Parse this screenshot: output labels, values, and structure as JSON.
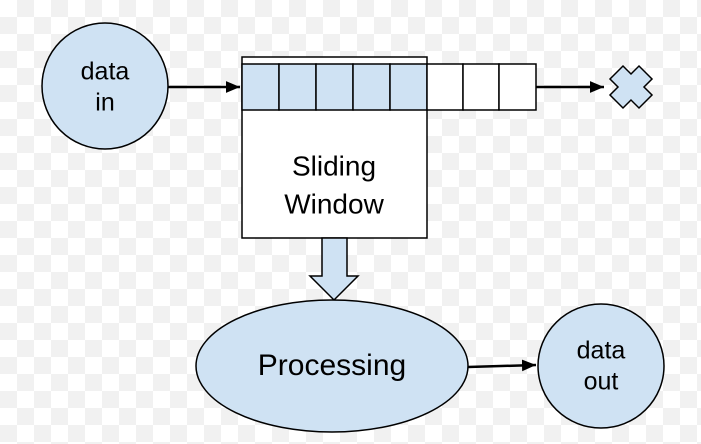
{
  "diagram": {
    "data_in": {
      "line1": "data",
      "line2": "in"
    },
    "window_label": {
      "line1": "Sliding",
      "line2": "Window"
    },
    "processing_label": "Processing",
    "data_out": {
      "line1": "data",
      "line2": "out"
    }
  },
  "colors": {
    "node_fill": "#cfe2f3",
    "stroke": "#000000",
    "empty_cell": "#ffffff"
  },
  "icons": {
    "discard": "cross-icon"
  }
}
